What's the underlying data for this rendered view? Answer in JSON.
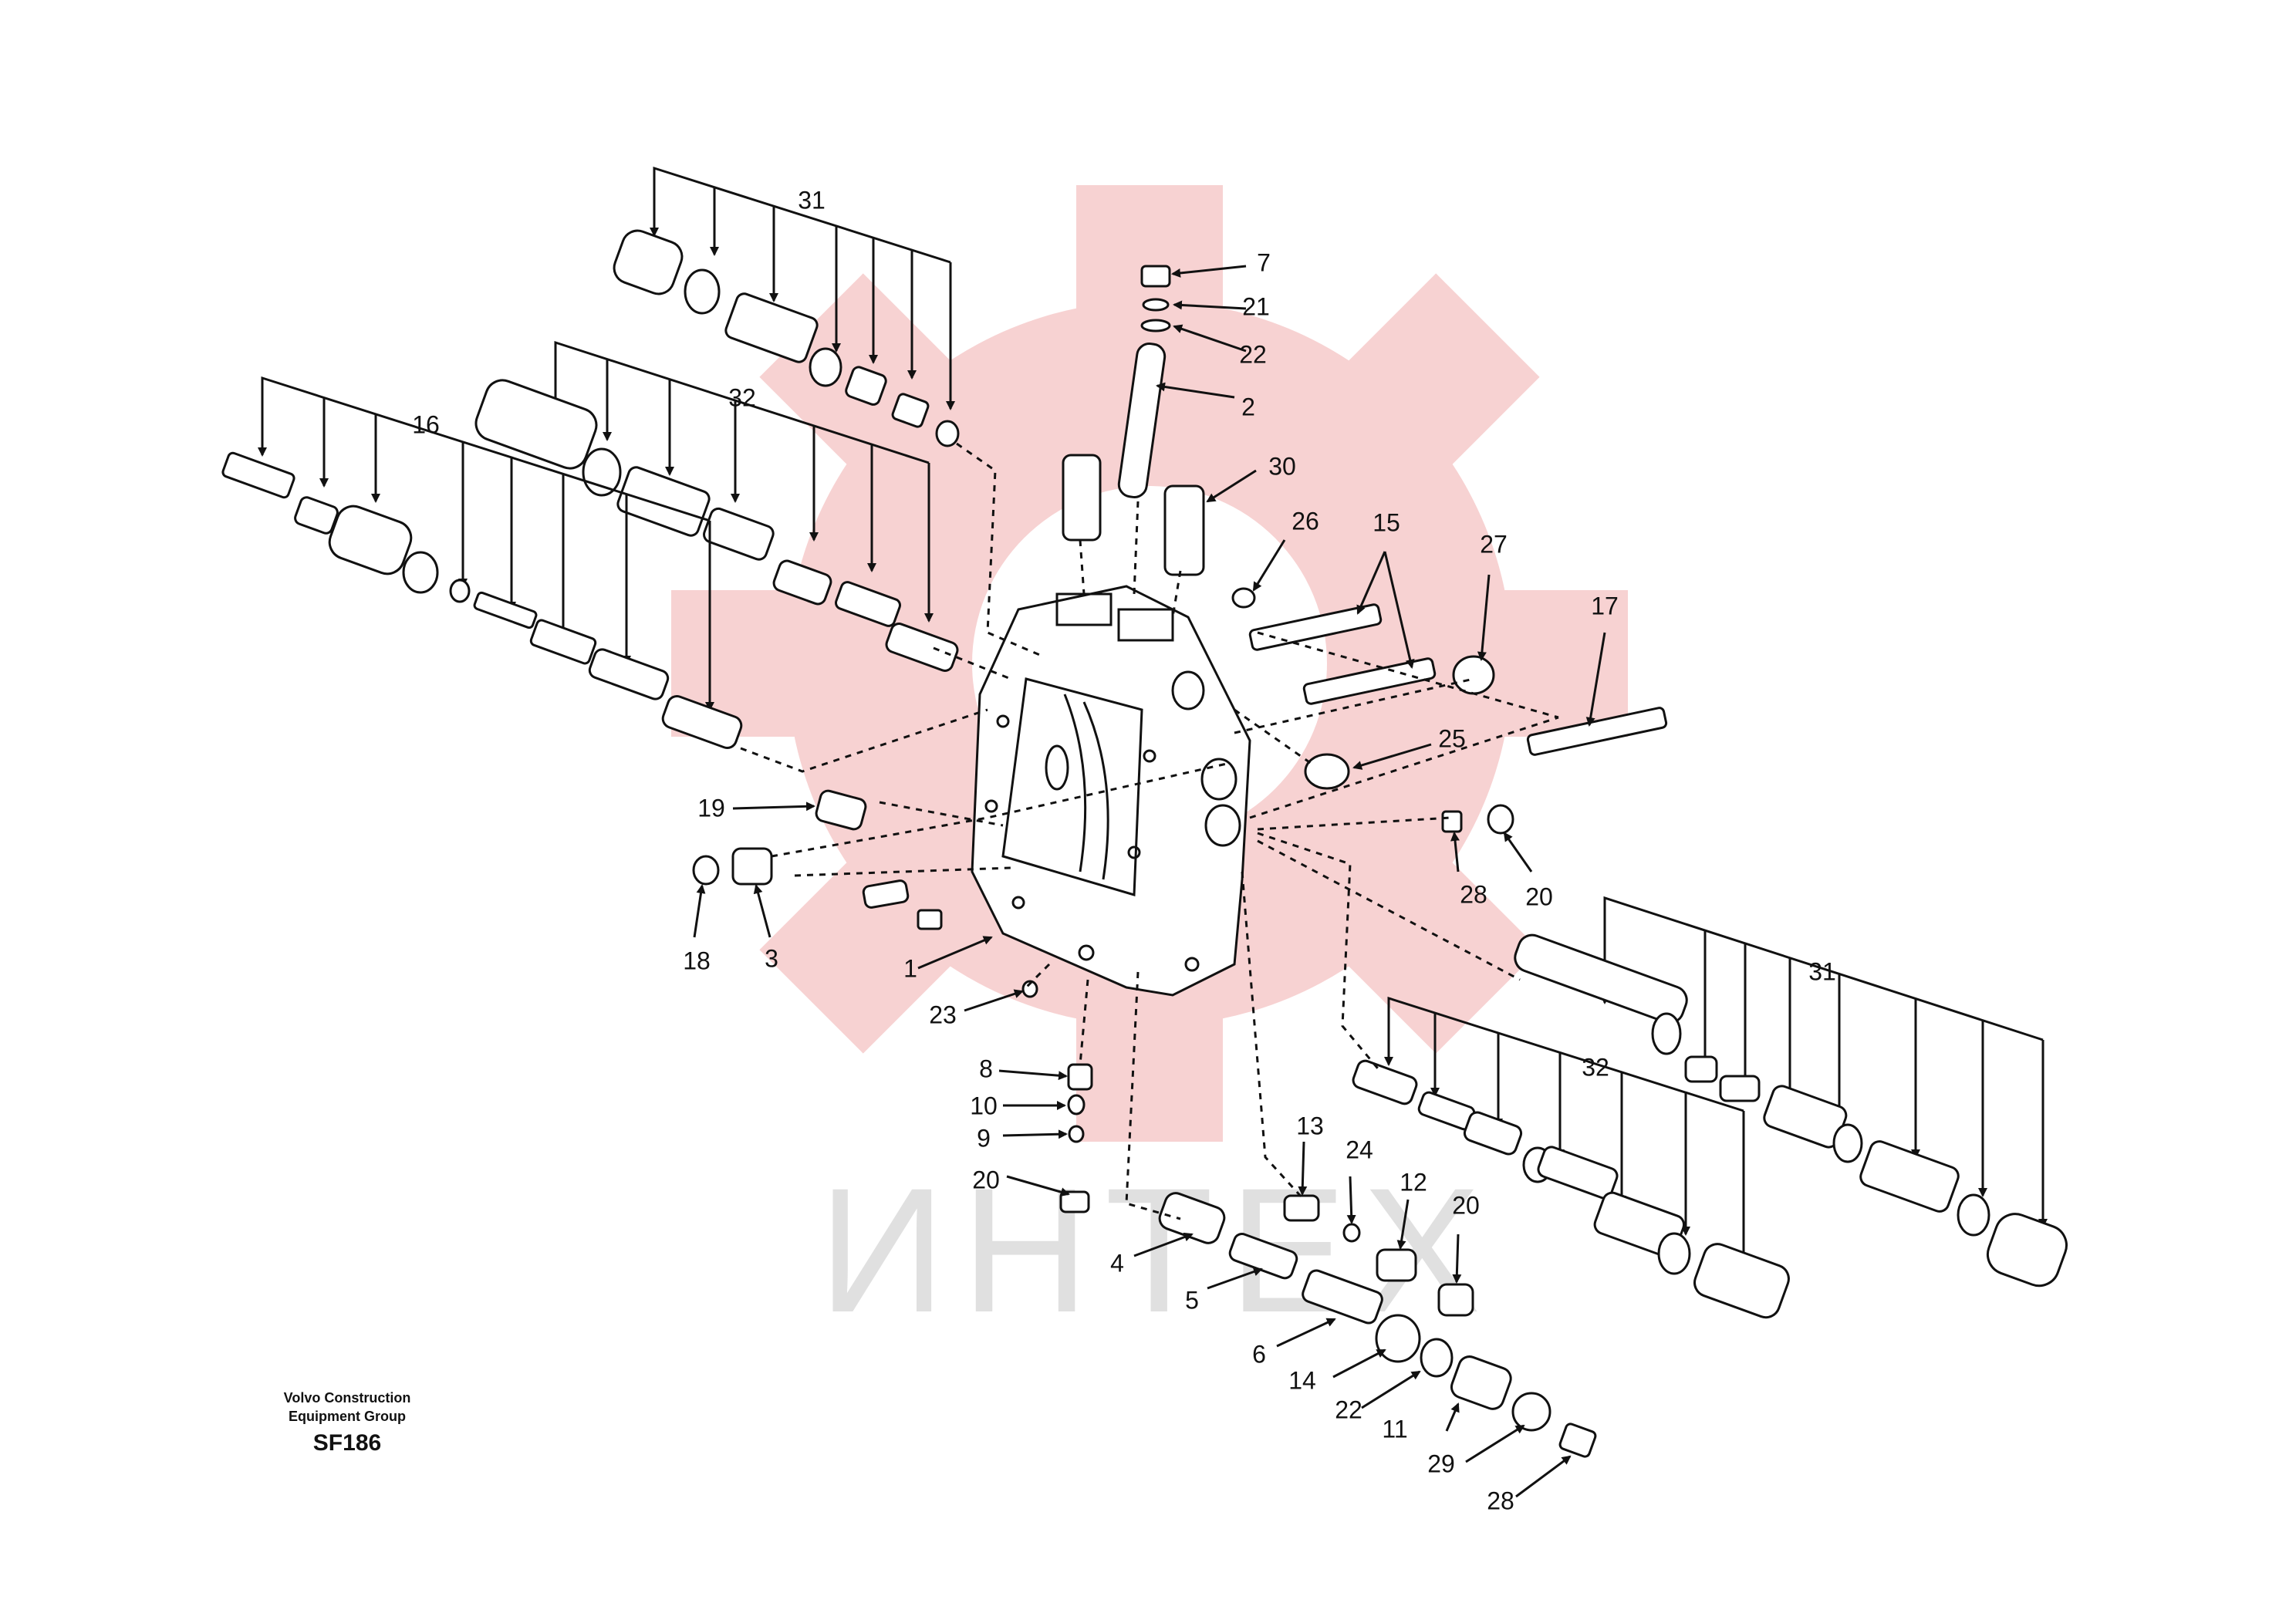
{
  "footer": {
    "brand_line1": "Volvo Construction",
    "brand_line2": "Equipment Group",
    "diagram_code": "SF186"
  },
  "watermark": {
    "text": "ИНТЕХ",
    "gear_color": "#f6cdcd",
    "text_color": "#e0e0e0"
  },
  "callouts": [
    {
      "id": "c31a",
      "label": "31"
    },
    {
      "id": "c32a",
      "label": "32"
    },
    {
      "id": "c16",
      "label": "16"
    },
    {
      "id": "c7",
      "label": "7"
    },
    {
      "id": "c21",
      "label": "21"
    },
    {
      "id": "c22a",
      "label": "22"
    },
    {
      "id": "c2",
      "label": "2"
    },
    {
      "id": "c30",
      "label": "30"
    },
    {
      "id": "c26",
      "label": "26"
    },
    {
      "id": "c15",
      "label": "15"
    },
    {
      "id": "c27",
      "label": "27"
    },
    {
      "id": "c17",
      "label": "17"
    },
    {
      "id": "c25",
      "label": "25"
    },
    {
      "id": "c19",
      "label": "19"
    },
    {
      "id": "c28a",
      "label": "28"
    },
    {
      "id": "c20a",
      "label": "20"
    },
    {
      "id": "c18",
      "label": "18"
    },
    {
      "id": "c3",
      "label": "3"
    },
    {
      "id": "c1",
      "label": "1"
    },
    {
      "id": "c23",
      "label": "23"
    },
    {
      "id": "c31b",
      "label": "31"
    },
    {
      "id": "c32b",
      "label": "32"
    },
    {
      "id": "c8",
      "label": "8"
    },
    {
      "id": "c10",
      "label": "10"
    },
    {
      "id": "c9",
      "label": "9"
    },
    {
      "id": "c20b",
      "label": "20"
    },
    {
      "id": "c13",
      "label": "13"
    },
    {
      "id": "c24",
      "label": "24"
    },
    {
      "id": "c12",
      "label": "12"
    },
    {
      "id": "c20c",
      "label": "20"
    },
    {
      "id": "c4",
      "label": "4"
    },
    {
      "id": "c5",
      "label": "5"
    },
    {
      "id": "c6",
      "label": "6"
    },
    {
      "id": "c14",
      "label": "14"
    },
    {
      "id": "c22b",
      "label": "22"
    },
    {
      "id": "c11",
      "label": "11"
    },
    {
      "id": "c29",
      "label": "29"
    },
    {
      "id": "c28b",
      "label": "28"
    }
  ]
}
